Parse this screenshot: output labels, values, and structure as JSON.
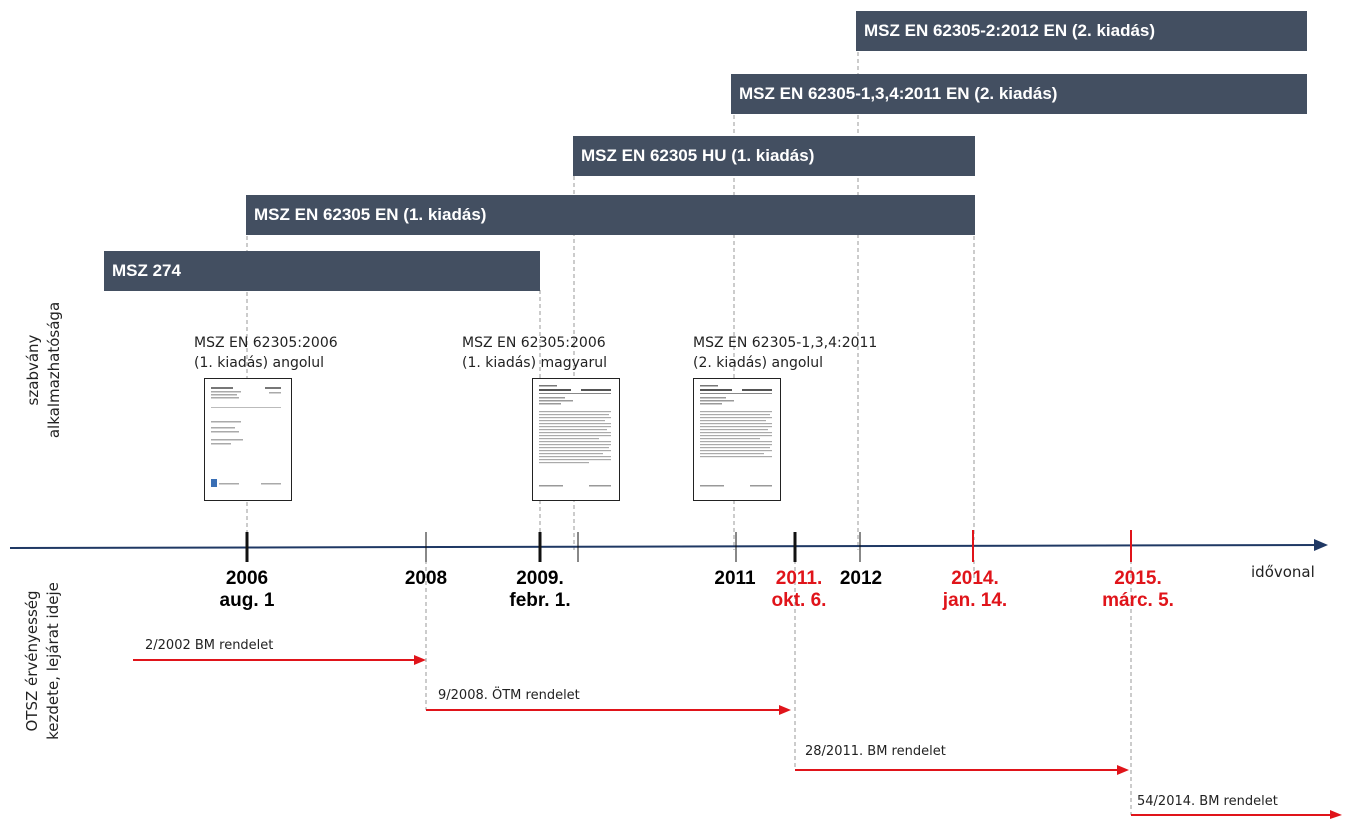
{
  "colors": {
    "bar": "#434f61",
    "axis": "#1f3864",
    "expiry": "#e0141a",
    "text": "#111111"
  },
  "side_labels": {
    "top": [
      "szabvány",
      "alkalmazhatósága"
    ],
    "bottom": [
      "OTSZ érvényesség",
      "kezdete, lejárat ideje"
    ]
  },
  "bars": [
    {
      "label": "MSZ EN 62305-2:2012 EN (2. kiadás)"
    },
    {
      "label": "MSZ EN 62305-1,3,4:2011 EN (2. kiadás)"
    },
    {
      "label": "MSZ EN 62305 HU (1. kiadás)"
    },
    {
      "label": "MSZ EN 62305 EN (1. kiadás)"
    },
    {
      "label": "MSZ 274"
    }
  ],
  "documents": [
    {
      "line1": "MSZ EN 62305:2006",
      "line2": "(1. kiadás) angolul"
    },
    {
      "line1": "MSZ EN 62305:2006",
      "line2": "(1. kiadás) magyarul"
    },
    {
      "line1": "MSZ EN 62305-1,3,4:2011",
      "line2": "(2. kiadás) angolul"
    }
  ],
  "ticks": [
    {
      "line1": "2006",
      "line2": "aug. 1",
      "color": "#111111"
    },
    {
      "line1": "2008",
      "line2": "",
      "color": "#111111"
    },
    {
      "line1": "2009.",
      "line2": "febr. 1.",
      "color": "#111111"
    },
    {
      "line1": "2011",
      "line2": "",
      "color": "#111111"
    },
    {
      "line1": "2011.",
      "line2": "okt. 6.",
      "color": "#e0141a"
    },
    {
      "line1": "2012",
      "line2": "",
      "color": "#111111"
    },
    {
      "line1": "2014.",
      "line2": "jan. 14.",
      "color": "#e0141a"
    },
    {
      "line1": "2015.",
      "line2": "márc. 5.",
      "color": "#e0141a"
    }
  ],
  "axis_label": "idővonal",
  "regulations": [
    {
      "label": "2/2002 BM rendelet"
    },
    {
      "label": "9/2008. ÖTM rendelet"
    },
    {
      "label": "28/2011. BM rendelet"
    },
    {
      "label": "54/2014. BM rendelet"
    }
  ]
}
